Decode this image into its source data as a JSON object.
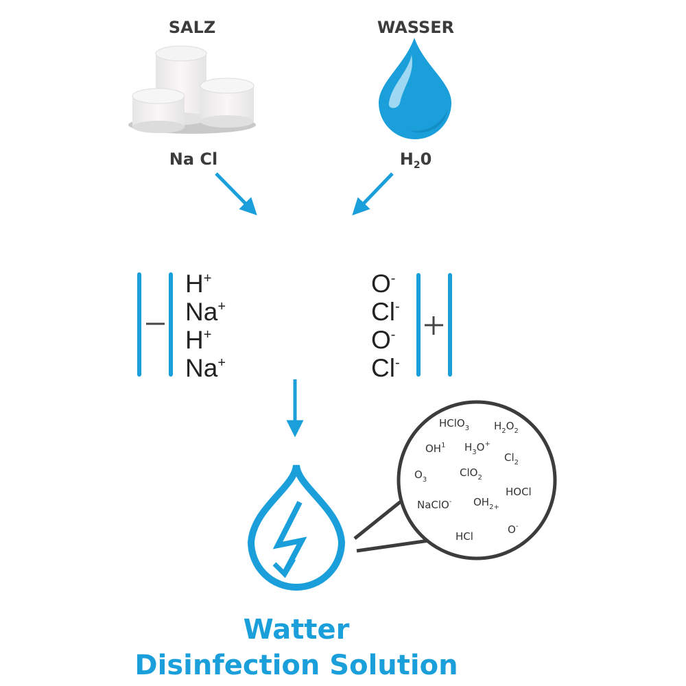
{
  "colors": {
    "accent": "#1a9fdb",
    "text": "#3c3c3c"
  },
  "inputs": {
    "salt": {
      "label": "SALZ",
      "formula": [
        [
          "Na Cl",
          ""
        ]
      ]
    },
    "water": {
      "label": "WASSER",
      "formula": [
        [
          "H",
          ""
        ],
        [
          "2",
          "sub"
        ],
        [
          "0",
          ""
        ]
      ]
    }
  },
  "cathode": {
    "sign": "−",
    "ions": [
      [
        [
          "H",
          ""
        ],
        [
          "+",
          "sup"
        ]
      ],
      [
        [
          "Na",
          ""
        ],
        [
          "+",
          "sup"
        ]
      ],
      [
        [
          "H",
          ""
        ],
        [
          "+",
          "sup"
        ]
      ],
      [
        [
          "Na",
          ""
        ],
        [
          "+",
          "sup"
        ]
      ]
    ]
  },
  "anode": {
    "sign": "+",
    "ions": [
      [
        [
          "O",
          ""
        ],
        [
          "-",
          "sup"
        ]
      ],
      [
        [
          "Cl",
          ""
        ],
        [
          "-",
          "sup"
        ]
      ],
      [
        [
          "O",
          ""
        ],
        [
          "-",
          "sup"
        ]
      ],
      [
        [
          "Cl",
          ""
        ],
        [
          "-",
          "sup"
        ]
      ]
    ]
  },
  "molecules": [
    [
      [
        "HClO",
        ""
      ],
      [
        "3",
        "sub"
      ]
    ],
    [
      [
        "H",
        ""
      ],
      [
        "2",
        "sub"
      ],
      [
        "O",
        ""
      ],
      [
        "2",
        "sub"
      ]
    ],
    [
      [
        "OH",
        ""
      ],
      [
        "1",
        "sup"
      ]
    ],
    [
      [
        "H",
        ""
      ],
      [
        "3",
        "sub"
      ],
      [
        "O",
        ""
      ],
      [
        "+",
        "sup"
      ]
    ],
    [
      [
        "Cl",
        ""
      ],
      [
        "2",
        "sub"
      ]
    ],
    [
      [
        "O",
        ""
      ],
      [
        "3",
        "sub"
      ]
    ],
    [
      [
        "ClO",
        ""
      ],
      [
        "2",
        "sub"
      ]
    ],
    [
      [
        "HOCl",
        ""
      ]
    ],
    [
      [
        "NaClO",
        ""
      ],
      [
        "-",
        "sup"
      ]
    ],
    [
      [
        "OH",
        ""
      ],
      [
        "2+",
        "sub"
      ]
    ],
    [
      [
        "HCl",
        ""
      ]
    ],
    [
      [
        "O",
        ""
      ],
      [
        "-",
        "sup"
      ]
    ]
  ],
  "result": {
    "title_line1": "Watter",
    "title_line2": "Disinfection Solution"
  }
}
